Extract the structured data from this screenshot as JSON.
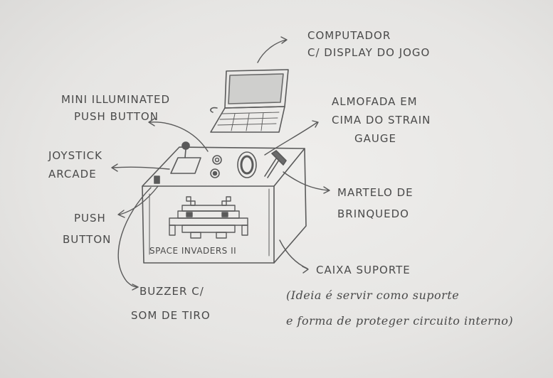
{
  "labels": {
    "computador": {
      "line1": "COMPUTADOR",
      "line2": "C/ DISPLAY DO JOGO"
    },
    "mini_button": {
      "line1": "MINI ILLUMINATED",
      "line2": "PUSH BUTTON"
    },
    "almofada": {
      "line1": "ALMOFADA EM",
      "line2": "CIMA DO STRAIN",
      "line3": "GAUGE"
    },
    "joystick": {
      "line1": "JOYSTICK",
      "line2": "ARCADE"
    },
    "martelo": {
      "line1": "MARTELO DE",
      "line2": "BRINQUEDO"
    },
    "push_button": {
      "line1": "PUSH",
      "line2": "BUTTON"
    },
    "caixa": {
      "line1": "CAIXA SUPORTE"
    },
    "caixa_note": {
      "line1": "(Ideia é servir como suporte",
      "line2": "e forma de proteger circuito interno)"
    },
    "buzzer": {
      "line1": "BUZZER C/",
      "line2": "SOM DE TIRO"
    }
  },
  "box_text": "SPACE INVADERS II"
}
